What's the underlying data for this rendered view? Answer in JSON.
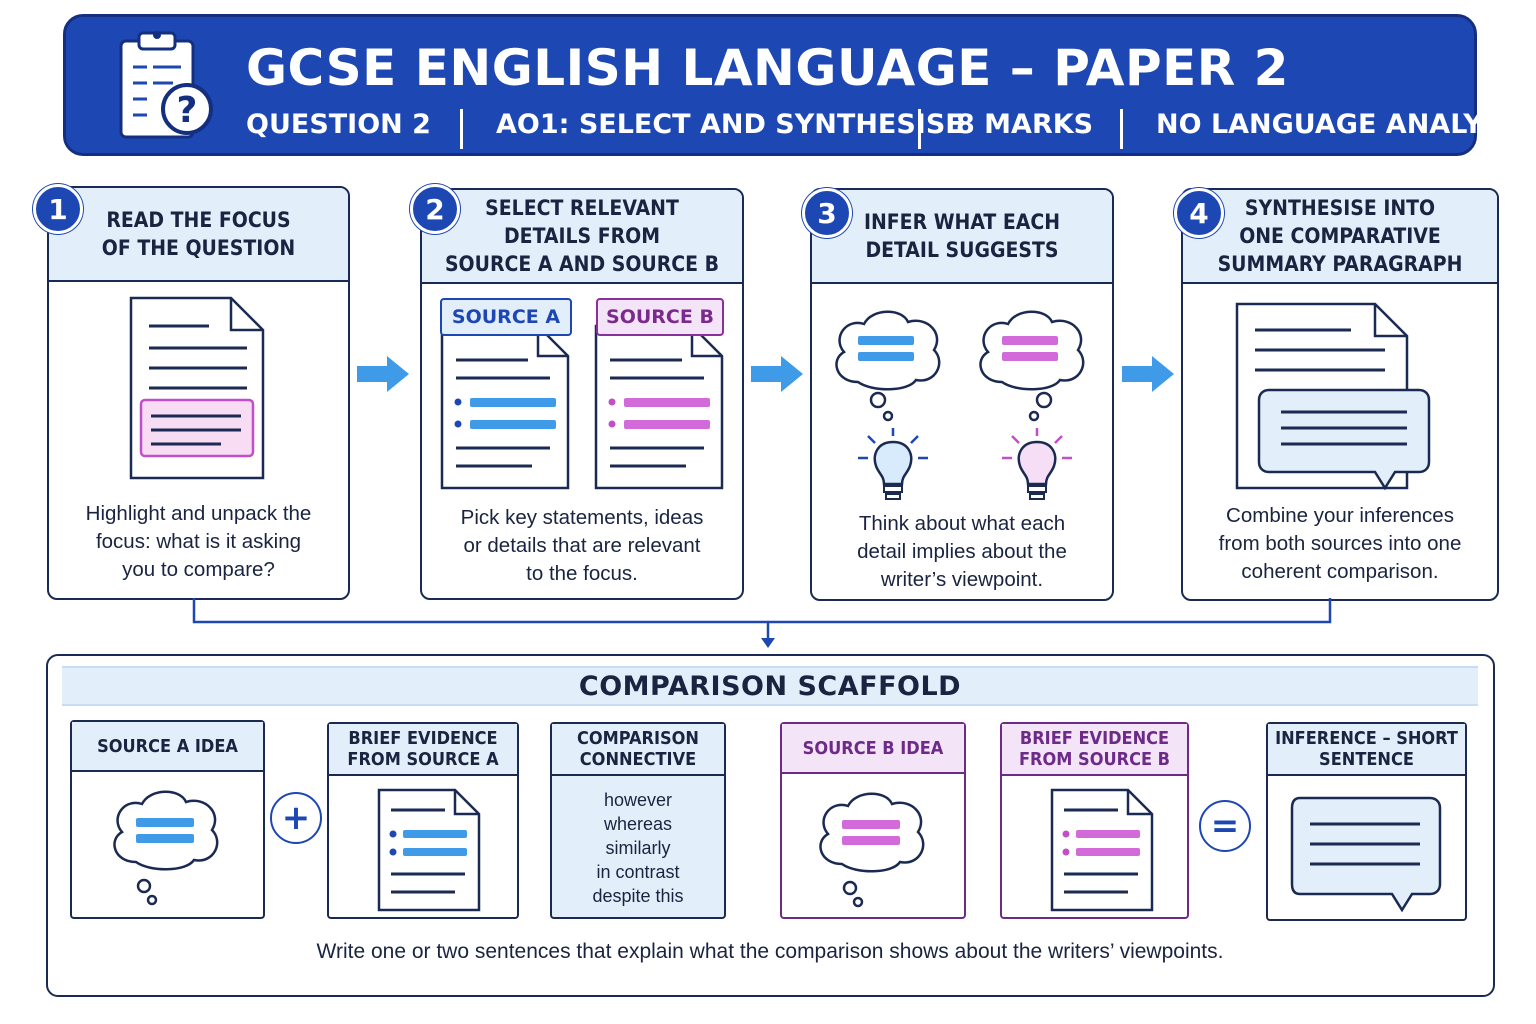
{
  "header": {
    "title": "GCSE ENGLISH LANGUAGE – PAPER 2",
    "subtitles": [
      "QUESTION 2",
      "AO1: SELECT AND SYNTHESISE",
      "8 MARKS",
      "NO LANGUAGE ANALYSIS"
    ],
    "icon": "clipboard-question-icon"
  },
  "colors": {
    "primary_blue": "#1d47b3",
    "light_blue": "#e3eefb",
    "source_a_blue": "#3f9be8",
    "source_b_purple": "#d36ad9",
    "dark_outline": "#1b2a52"
  },
  "steps": [
    {
      "number": "1",
      "title": "READ THE FOCUS\nOF THE QUESTION",
      "text": "Highlight and unpack the\nfocus: what is it asking\nyou to compare?"
    },
    {
      "number": "2",
      "title": "SELECT RELEVANT\nDETAILS FROM\nSOURCE A AND SOURCE B",
      "text": "Pick key statements, ideas\nor details that are relevant\nto the focus.",
      "tags": [
        "SOURCE A",
        "SOURCE B"
      ]
    },
    {
      "number": "3",
      "title": "INFER WHAT EACH\nDETAIL SUGGESTS",
      "text": "Think about what each\ndetail implies about the\nwriter’s viewpoint."
    },
    {
      "number": "4",
      "title": "SYNTHESISE INTO\nONE COMPARATIVE\nSUMMARY PARAGRAPH",
      "text": "Combine your inferences\nfrom both sources into one\ncoherent comparison."
    }
  ],
  "scaffold": {
    "title": "COMPARISON SCAFFOLD",
    "boxes": {
      "source_a_idea": "SOURCE A IDEA",
      "evidence_a": "BRIEF EVIDENCE\nFROM SOURCE A",
      "connective": "COMPARISON\nCONNECTIVE",
      "source_b_idea": "SOURCE B IDEA",
      "evidence_b": "BRIEF EVIDENCE\nFROM SOURCE B",
      "inference": "INFERENCE – SHORT\nSENTENCE"
    },
    "connectives": [
      "however",
      "whereas",
      "similarly",
      "in contrast",
      "despite this"
    ],
    "operators": [
      "+",
      "="
    ],
    "note": "Write one or two sentences that explain what the comparison shows about the writers’ viewpoints."
  }
}
